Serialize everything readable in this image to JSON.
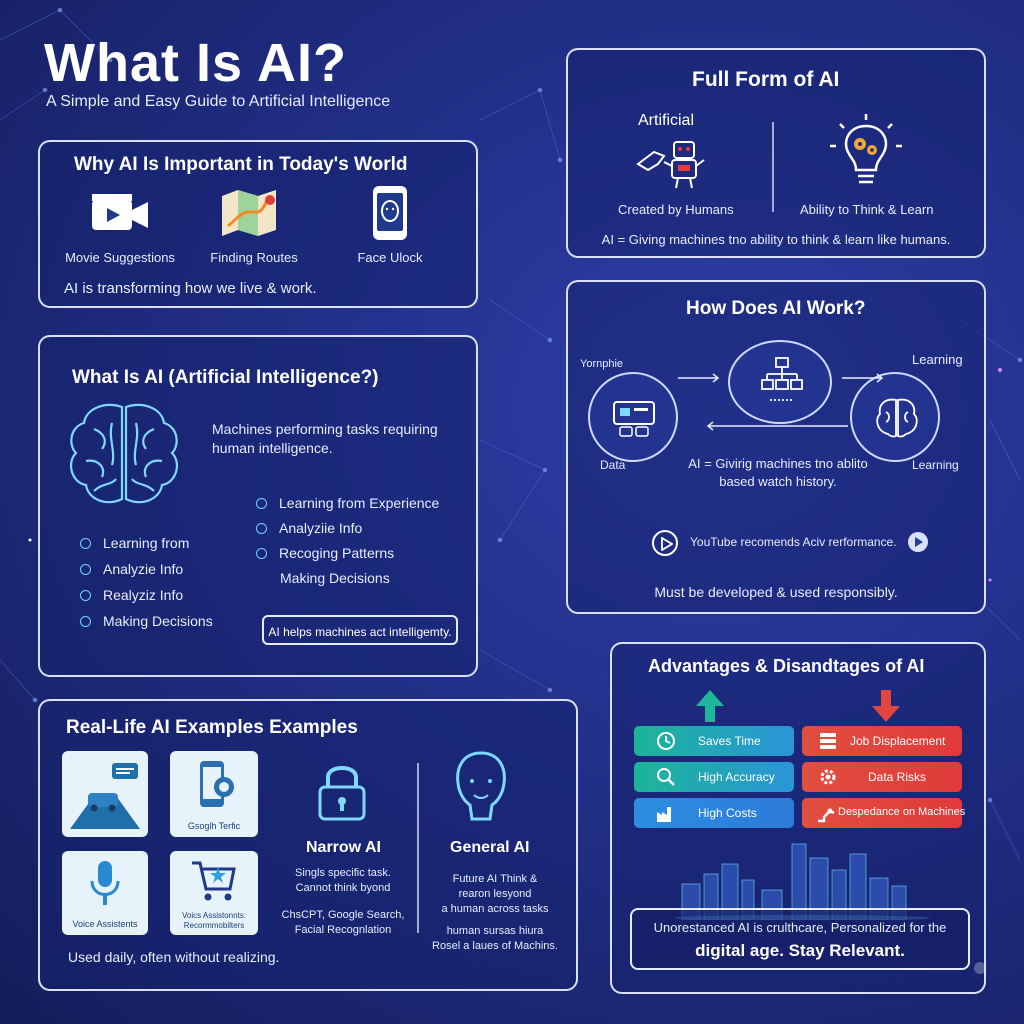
{
  "header": {
    "title": "What Is AI?",
    "subtitle": "A Simple and Easy Guide to Artificial Intelligence"
  },
  "importance": {
    "title": "Why AI Is Important in Today's World",
    "items": [
      {
        "label": "Movie Suggestions",
        "icon": "movie-camera-icon"
      },
      {
        "label": "Finding Routes",
        "icon": "map-route-icon"
      },
      {
        "label": "Face Ulock",
        "icon": "phone-face-icon"
      }
    ],
    "footer": "AI is transforming how we live & work."
  },
  "definition": {
    "title": "What Is AI (Artificial Intelligence?)",
    "description": [
      "Machines performing tasks requiring",
      "human intelligence."
    ],
    "left_list": [
      "Learning from",
      "Analyzie Info",
      "Realyziz Info",
      "Making Decisions"
    ],
    "right_list": [
      "Learning from Experience",
      "Analyziie Info",
      "Recoging Patterns",
      "Making Decisions"
    ],
    "callout": "AI helps machines act intelligemty."
  },
  "examples": {
    "title": "Real-Life AI Examples  Examples",
    "tiles": [
      {
        "label": "",
        "icon": "car-navigation-icon"
      },
      {
        "label": "Gsoglh Terfic",
        "icon": "phone-assistant-icon"
      },
      {
        "label": "Voice Assistents",
        "icon": "microphone-icon"
      },
      {
        "label": "Voics Assistonnts: Recormmobilters",
        "icon": "shopping-cart-icon"
      }
    ],
    "narrow": {
      "title": "Narrow AI",
      "lines": [
        "Singls specific task.",
        "Cannot think byond"
      ],
      "examples": [
        "ChsCPT, Google Search,",
        "Facial Recognlation"
      ]
    },
    "general": {
      "title": "General AI",
      "lines": [
        "Future AI Think &",
        "rearon lesyond",
        "a human across tasks",
        "human sursas hiura",
        "Rosel a laues of Machins."
      ]
    },
    "footer": "Used daily, often without realizing."
  },
  "full_form": {
    "title": "Full Form of AI",
    "left_heading": "Artificial",
    "left_caption": "Created by Humans",
    "right_caption": "Ability to Think & Learn",
    "equation": "AI = Giving machines tno ability to think & learn like humans."
  },
  "how_it_works": {
    "title": "How Does AI Work?",
    "labels": {
      "top_left": "Yornphie",
      "top_right": "Learning",
      "data": "Data",
      "learning": "Learning"
    },
    "middle": [
      "AI = Givirig machines tno ablito",
      "based watch history."
    ],
    "youtube": "YouTube recomends  Aciv rerformance.",
    "footer": "Must be developed & used responsibly."
  },
  "pros_cons": {
    "title": "Advantages & Disandtages of AI",
    "advantages": [
      {
        "label": "Saves Time",
        "icon": "clock-icon"
      },
      {
        "label": "High Accuracy",
        "icon": "magnifier-icon"
      },
      {
        "label": "High Costs",
        "icon": "factory-icon"
      }
    ],
    "disadvantages": [
      {
        "label": "Job Displacement",
        "icon": "stack-icon"
      },
      {
        "label": "Data Risks",
        "icon": "gear-data-icon"
      },
      {
        "label": "Despedance on Machines",
        "icon": "robot-arm-icon"
      }
    ],
    "summary": [
      "Unorestanced AI is crulthcare, Personalized for the",
      "digital age. Stay Relevant."
    ]
  },
  "colors": {
    "background": "#1b2773",
    "panel_border": "#ebf0ff",
    "accent_cyan": "#6fd3ff",
    "advantage_green": "#1fb79a",
    "advantage_blue": "#2f8fe0",
    "disadvantage_red": "#e2463f"
  }
}
